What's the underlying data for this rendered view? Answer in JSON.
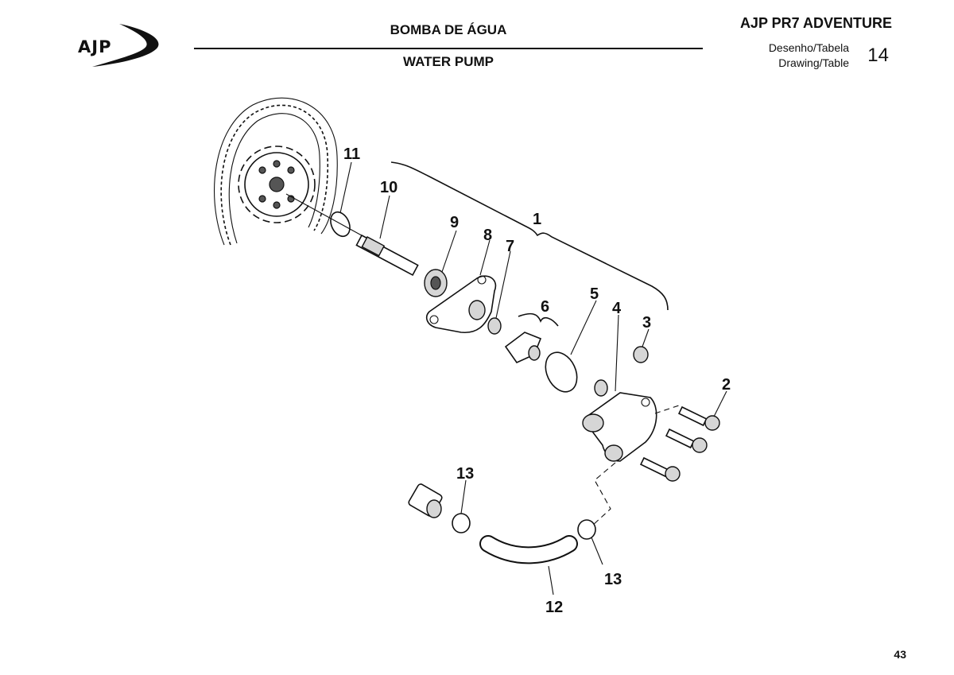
{
  "header": {
    "logo_text": "AJP",
    "title_pt": "BOMBA DE ÁGUA",
    "title_en": "WATER PUMP",
    "model": "AJP PR7 ADVENTURE",
    "drawing_label_pt": "Desenho/Tabela",
    "drawing_label_en": "Drawing/Table",
    "drawing_number": "14"
  },
  "diagram": {
    "callouts": [
      "1",
      "2",
      "3",
      "4",
      "5",
      "6",
      "7",
      "8",
      "9",
      "10",
      "11",
      "12",
      "13",
      "13"
    ]
  },
  "footer": {
    "page_number": "43"
  }
}
